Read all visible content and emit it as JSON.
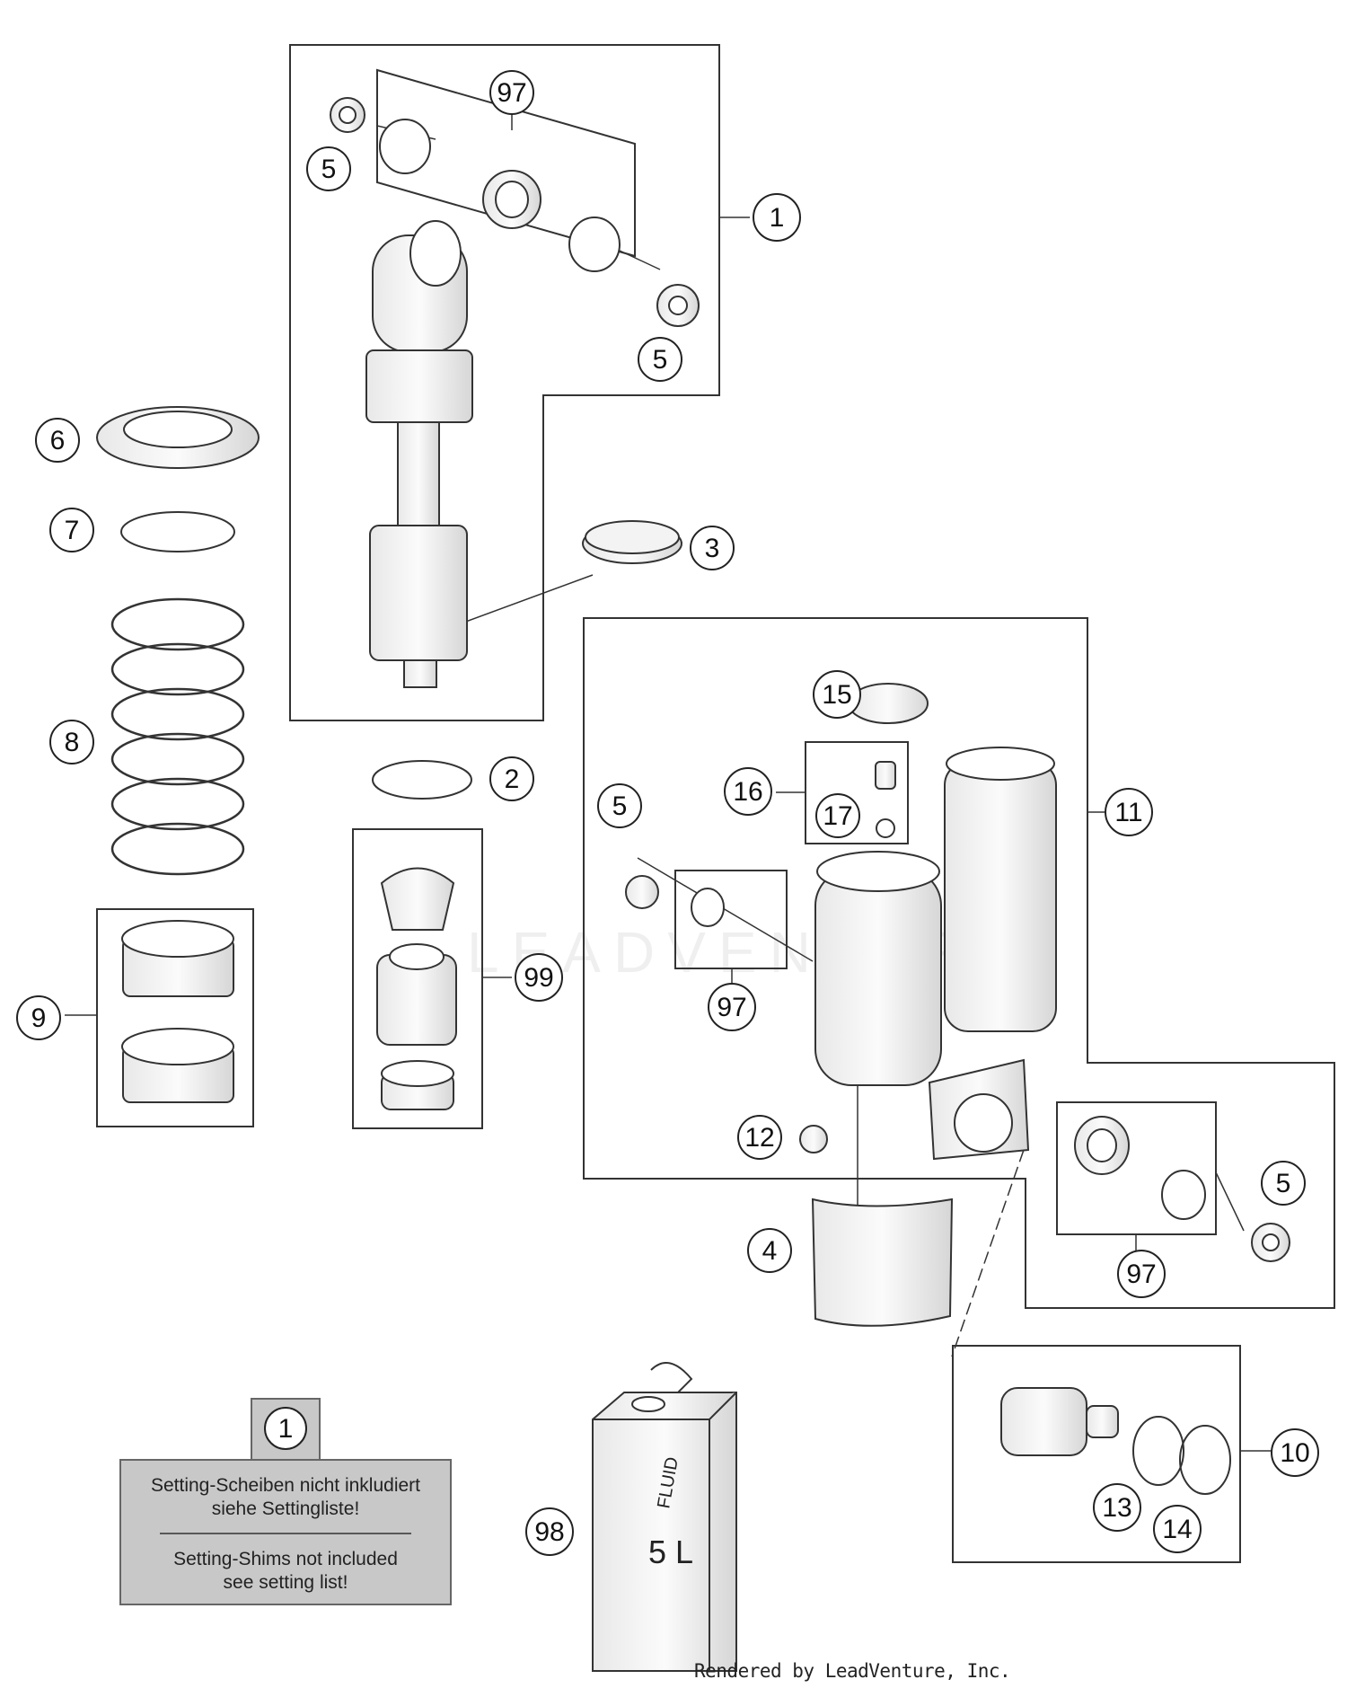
{
  "callouts": [
    {
      "id": "c1-main",
      "label": "1"
    },
    {
      "id": "c2",
      "label": "2"
    },
    {
      "id": "c3",
      "label": "3"
    },
    {
      "id": "c4",
      "label": "4"
    },
    {
      "id": "c5-a",
      "label": "5"
    },
    {
      "id": "c5-b",
      "label": "5"
    },
    {
      "id": "c5-c",
      "label": "5"
    },
    {
      "id": "c5-d",
      "label": "5"
    },
    {
      "id": "c6",
      "label": "6"
    },
    {
      "id": "c7",
      "label": "7"
    },
    {
      "id": "c8",
      "label": "8"
    },
    {
      "id": "c9",
      "label": "9"
    },
    {
      "id": "c10",
      "label": "10"
    },
    {
      "id": "c11",
      "label": "11"
    },
    {
      "id": "c12",
      "label": "12"
    },
    {
      "id": "c13",
      "label": "13"
    },
    {
      "id": "c14",
      "label": "14"
    },
    {
      "id": "c15",
      "label": "15"
    },
    {
      "id": "c16",
      "label": "16"
    },
    {
      "id": "c17",
      "label": "17"
    },
    {
      "id": "c97-a",
      "label": "97"
    },
    {
      "id": "c97-b",
      "label": "97"
    },
    {
      "id": "c97-c",
      "label": "97"
    },
    {
      "id": "c98",
      "label": "98"
    },
    {
      "id": "c99",
      "label": "99"
    }
  ],
  "note": {
    "ref_label": "1",
    "line1": "Setting-Scheiben nicht inkludiert",
    "line2": "siehe Settingliste!",
    "line3": "Setting-Shims not included",
    "line4": "see setting list!"
  },
  "fluid_can": {
    "text1": "FLUID",
    "text2": "5 L"
  },
  "watermark": "LEADVENTURE",
  "footer": "Rendered by LeadVenture, Inc."
}
